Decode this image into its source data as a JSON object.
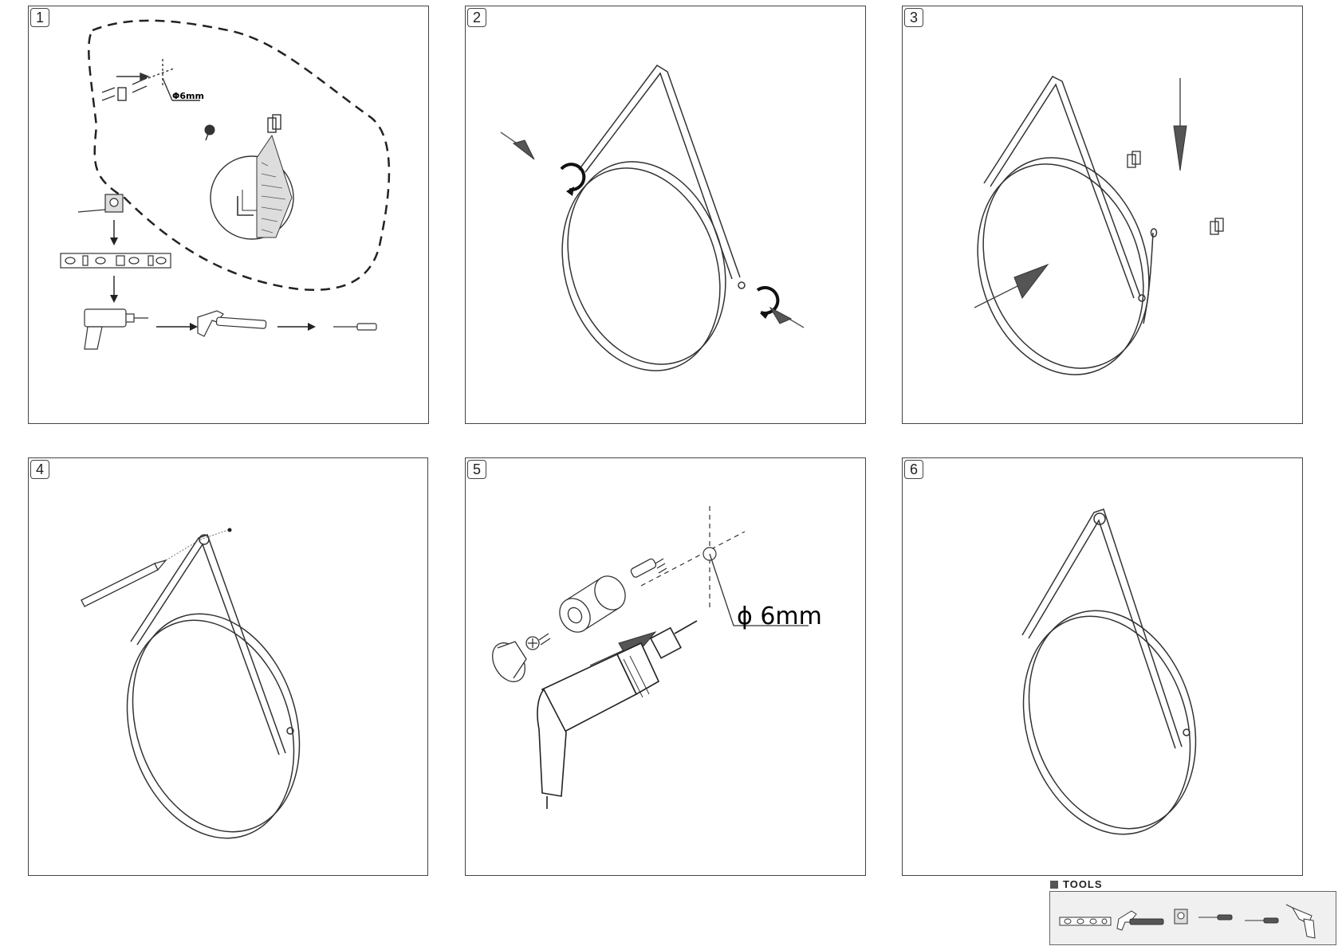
{
  "steps": [
    {
      "number": "1",
      "dimension_label": "Φ6mm"
    },
    {
      "number": "2"
    },
    {
      "number": "3"
    },
    {
      "number": "4"
    },
    {
      "number": "5",
      "dimension_label": "ϕ 6mm"
    },
    {
      "number": "6"
    }
  ],
  "tools": {
    "title": "TOOLS",
    "items": [
      "level-icon",
      "hammer-icon",
      "tape-measure-icon",
      "screwdriver-icon",
      "screwdriver-icon",
      "drill-icon"
    ]
  },
  "colors": {
    "line": "#333333",
    "arrow_fill": "#555555",
    "panel_border": "#444444",
    "tools_bg": "#f0f0f0"
  }
}
